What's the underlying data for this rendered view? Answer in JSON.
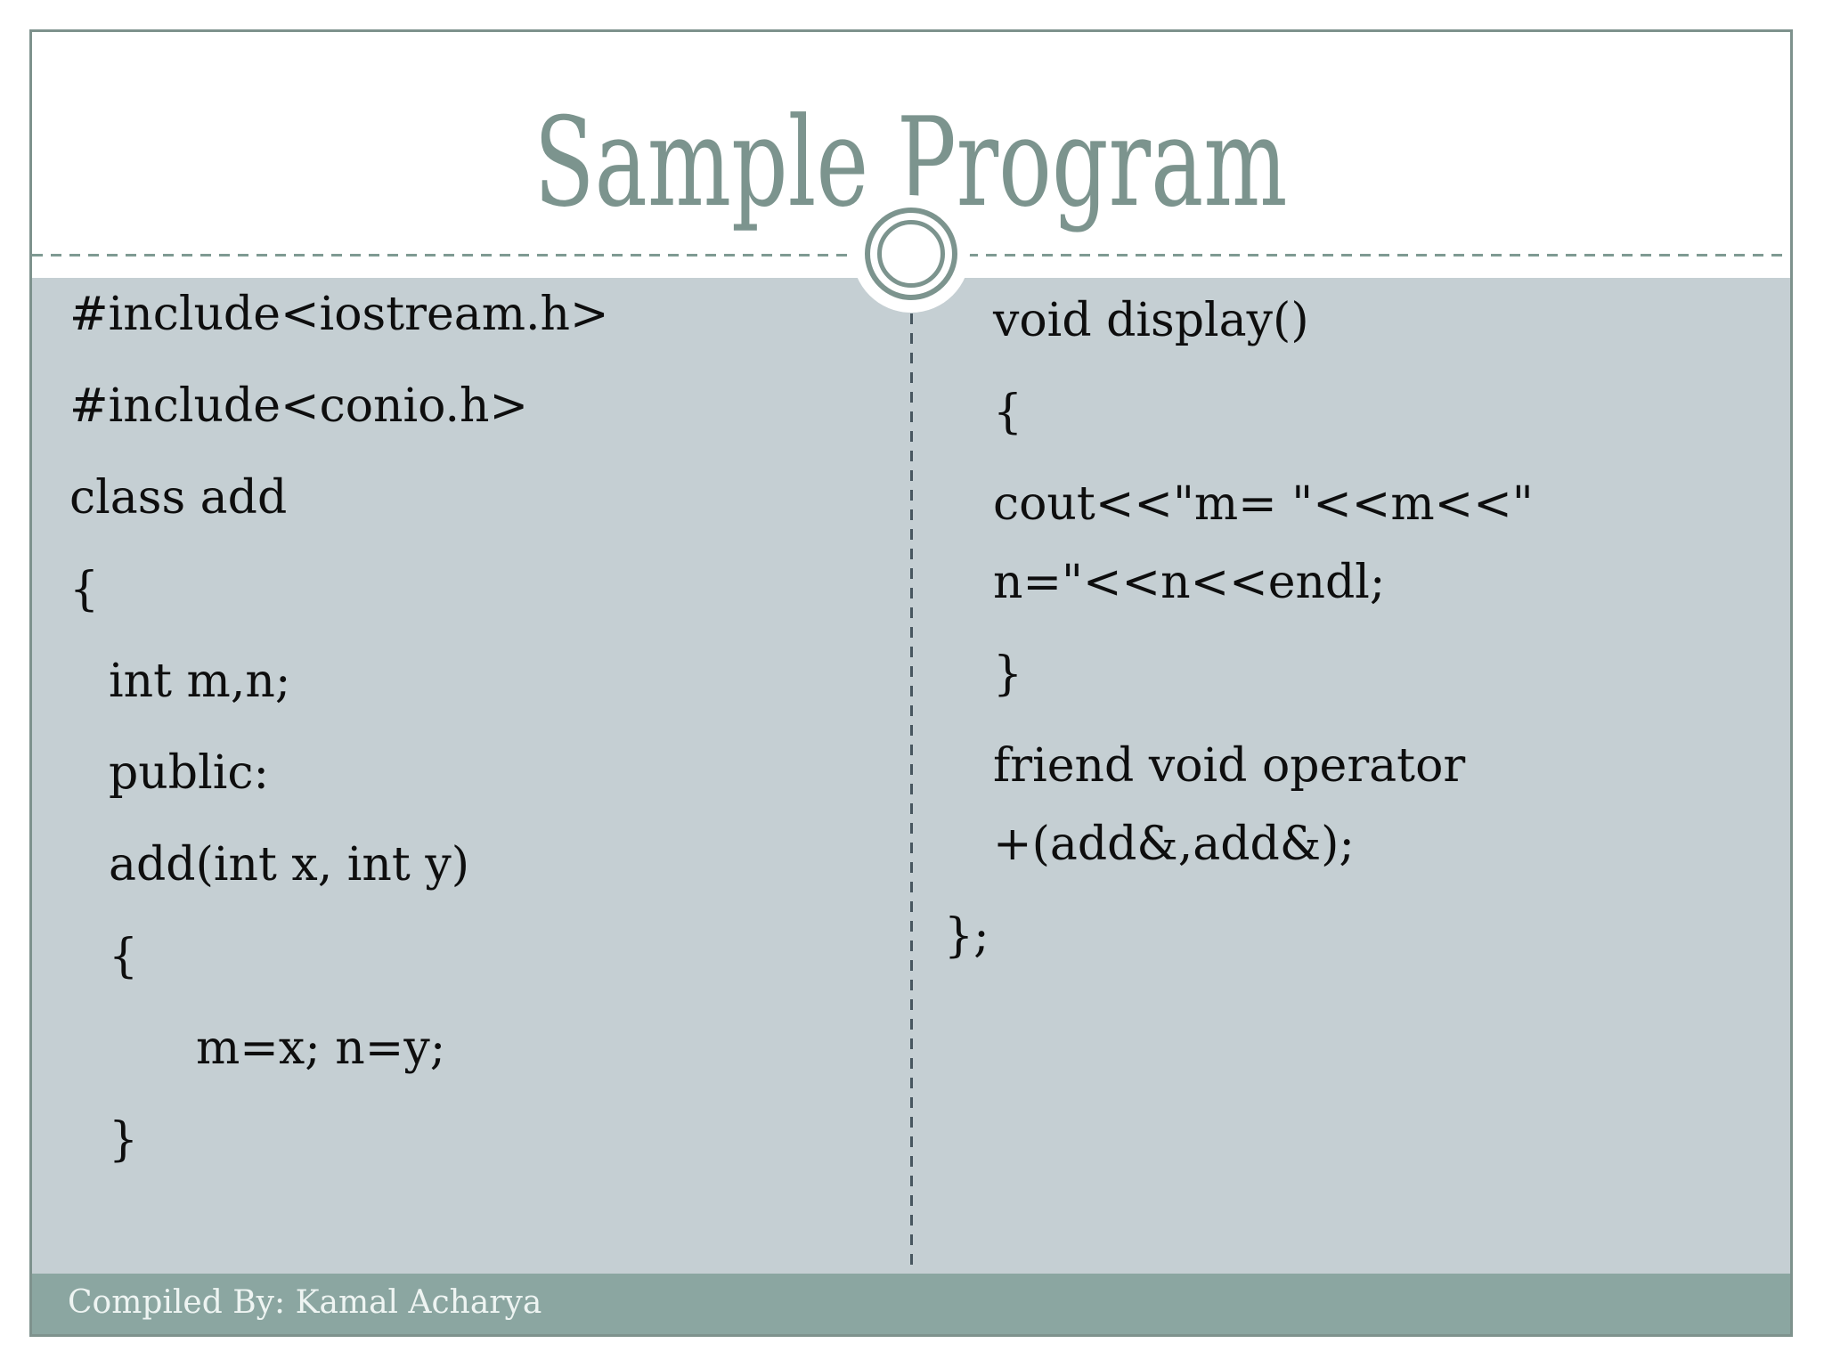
{
  "slide": {
    "title": "Sample Program",
    "footer_credit": "Compiled By: Kamal Acharya"
  },
  "code_columns": {
    "left": {
      "indents": [
        0,
        44,
        142
      ],
      "lines": [
        {
          "text": "#include<iostream.h>",
          "indent": 0
        },
        {
          "text": "#include<conio.h>",
          "indent": 0
        },
        {
          "text": "class add",
          "indent": 0
        },
        {
          "text": "{",
          "indent": 0
        },
        {
          "text": "int m,n;",
          "indent": 1
        },
        {
          "text": "public:",
          "indent": 1
        },
        {
          "text": "add(int x, int y)",
          "indent": 1
        },
        {
          "text": "{",
          "indent": 1
        },
        {
          "text": "m=x; n=y;",
          "indent": 2
        },
        {
          "text": "}",
          "indent": 1
        }
      ]
    },
    "right": {
      "indents": [
        0,
        55
      ],
      "lines": [
        {
          "text": "void display()",
          "indent": 1
        },
        {
          "text": "{",
          "indent": 1
        },
        {
          "text": "cout<<\"m= \"<<m<<\"",
          "indent": 1
        },
        {
          "text": "n=\"<<n<<endl;",
          "indent": 1,
          "cont": true
        },
        {
          "text": "}",
          "indent": 1
        },
        {
          "text": "friend void operator",
          "indent": 1
        },
        {
          "text": "+(add&,add&);",
          "indent": 1,
          "cont": true
        },
        {
          "text": "};",
          "indent": 0
        }
      ]
    }
  },
  "colors": {
    "accent_teal": "#7c948e",
    "content_bg": "#c5cfd3",
    "footer_bg": "#8ba6a1",
    "divider_dark": "#47565f",
    "dash_teal": "#7f9a93",
    "border_col": "#7e928d",
    "code_text": "#0e0e0e",
    "footer_text": "#eef4f2",
    "page_bg": "#ffffff"
  }
}
